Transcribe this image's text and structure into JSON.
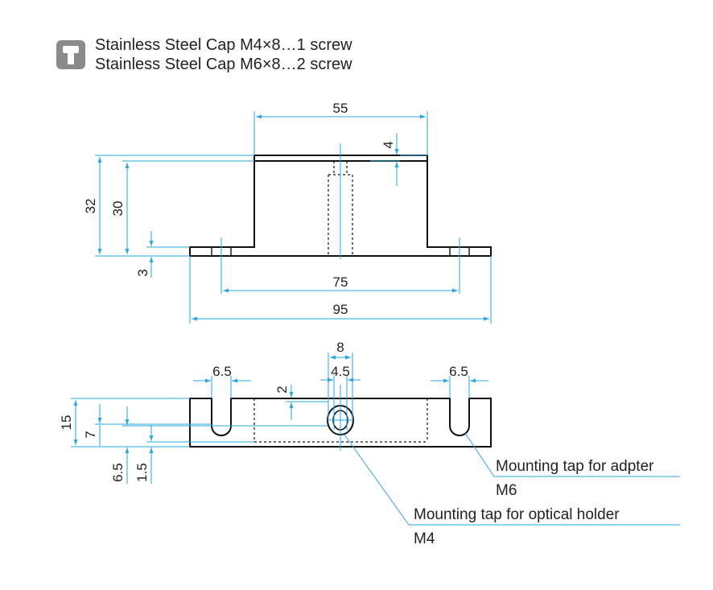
{
  "header": {
    "icon": "screw-icon",
    "line1": "Stainless Steel Cap M4×8…1 screw",
    "line2": "Stainless Steel Cap M6×8…2 screw"
  },
  "side_view": {
    "dims": {
      "top_width": "55",
      "top_thickness": "4",
      "total_height": "32",
      "body_height": "30",
      "base_thickness": "3",
      "hole_pitch": "75",
      "base_width": "95"
    }
  },
  "top_view": {
    "dims": {
      "center_slot_width": "8",
      "center_tap_width": "4.5",
      "left_slot_width": "6.5",
      "right_slot_width": "6.5",
      "slot_depth": "2",
      "depth": "15",
      "slot_offset": "7",
      "center_offset": "6.5",
      "edge_offset": "1.5"
    },
    "callouts": {
      "adapter_label": "Mounting tap for adpter",
      "adapter_size": "M6",
      "optical_label": "Mounting tap for optical holder",
      "optical_size": "M4"
    }
  },
  "colors": {
    "dimension": "#2aa7df",
    "outline": "#111111",
    "icon_bg": "#8a8a8a"
  }
}
